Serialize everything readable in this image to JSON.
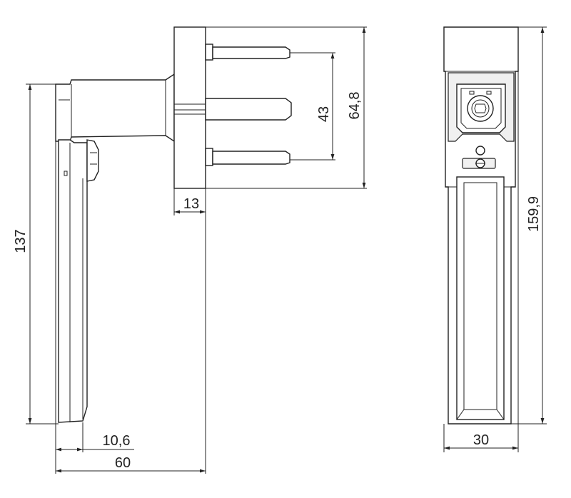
{
  "drawing": {
    "type": "technical dimension drawing",
    "colors": {
      "line": "#222222",
      "background": "#ffffff",
      "shade": "#f0f0f0"
    },
    "side_view": {
      "dimensions": {
        "handle_height": "137",
        "rose_thickness": "13",
        "grip_width": "10,6",
        "overall_projection": "60",
        "screw_spacing": "43",
        "rose_height": "64,8"
      }
    },
    "front_view": {
      "dimensions": {
        "overall_height": "159,9",
        "width": "30"
      }
    }
  }
}
